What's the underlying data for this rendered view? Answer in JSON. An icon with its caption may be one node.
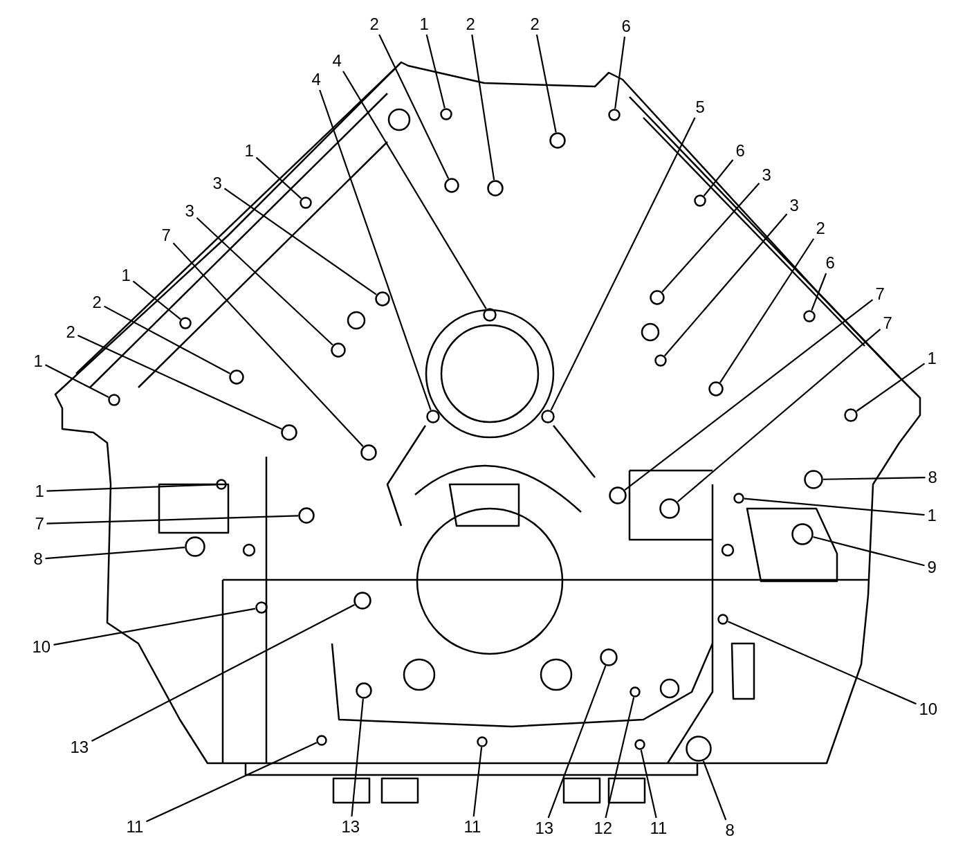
{
  "diagram": {
    "nodes": [
      {
        "text": [
          "2"
        ]
      },
      {
        "text": [],
        "shape": "circle"
      },
      {
        "text": [
          "1"
        ]
      },
      {
        "text": [],
        "shape": "circle"
      },
      {
        "text": [
          "2"
        ]
      },
      {
        "text": [],
        "shape": "circle"
      },
      {
        "text": [
          "2"
        ]
      },
      {
        "text": [],
        "shape": "circle"
      },
      {
        "text": [
          "6"
        ]
      },
      {
        "text": [],
        "shape": "circle"
      },
      {
        "text": [
          "4"
        ]
      },
      {
        "text": [],
        "shape": "circle"
      },
      {
        "text": [
          "4"
        ]
      },
      {
        "text": [],
        "shape": "circle"
      },
      {
        "text": [
          "5"
        ]
      },
      {
        "text": [],
        "shape": "circle"
      },
      {
        "text": [
          "1"
        ]
      },
      {
        "text": [],
        "shape": "circle"
      },
      {
        "text": [
          "6"
        ]
      },
      {
        "text": [],
        "shape": "circle"
      },
      {
        "text": [
          "3"
        ]
      },
      {
        "text": [],
        "shape": "circle"
      },
      {
        "text": [
          "3"
        ]
      },
      {
        "text": [],
        "shape": "circle"
      },
      {
        "text": [
          "3"
        ]
      },
      {
        "text": [],
        "shape": "circle"
      },
      {
        "text": [
          "3"
        ]
      },
      {
        "text": [],
        "shape": "circle"
      },
      {
        "text": [
          "7"
        ]
      },
      {
        "text": [],
        "shape": "circle"
      },
      {
        "text": [
          "2"
        ]
      },
      {
        "text": [],
        "shape": "circle"
      },
      {
        "text": [
          "6"
        ]
      },
      {
        "text": [],
        "shape": "circle"
      },
      {
        "text": [
          "1"
        ]
      },
      {
        "text": [],
        "shape": "circle"
      },
      {
        "text": [
          "2"
        ]
      },
      {
        "text": [],
        "shape": "circle"
      },
      {
        "text": [
          "7"
        ]
      },
      {
        "text": [],
        "shape": "circle"
      },
      {
        "text": [
          "2"
        ]
      },
      {
        "text": [],
        "shape": "circle"
      },
      {
        "text": [
          "7"
        ]
      },
      {
        "text": [],
        "shape": "circle"
      },
      {
        "text": [
          "1"
        ]
      },
      {
        "text": [],
        "shape": "circle"
      },
      {
        "text": [
          "1"
        ]
      },
      {
        "text": [],
        "shape": "circle"
      },
      {
        "text": [
          "1"
        ]
      },
      {
        "text": [],
        "shape": "circle"
      },
      {
        "text": [
          "8"
        ]
      },
      {
        "text": [],
        "shape": "circle"
      },
      {
        "text": [
          "1"
        ]
      },
      {
        "text": [],
        "shape": "circle"
      },
      {
        "text": [
          "7"
        ]
      },
      {
        "text": [],
        "shape": "circle"
      },
      {
        "text": [
          "8"
        ]
      },
      {
        "text": [],
        "shape": "circle"
      },
      {
        "text": [
          "9"
        ]
      },
      {
        "text": [],
        "shape": "circle"
      },
      {
        "text": [
          "10"
        ]
      },
      {
        "text": [],
        "shape": "circle"
      },
      {
        "text": [
          "10"
        ]
      },
      {
        "text": [],
        "shape": "circle"
      },
      {
        "text": [
          "13"
        ]
      },
      {
        "text": [],
        "shape": "circle"
      },
      {
        "text": [
          "11"
        ]
      },
      {
        "text": [],
        "shape": "circle"
      },
      {
        "text": [
          "13"
        ]
      },
      {
        "text": [],
        "shape": "circle"
      },
      {
        "text": [
          "11"
        ]
      },
      {
        "text": [],
        "shape": "circle"
      },
      {
        "text": [
          "13"
        ]
      },
      {
        "text": [],
        "shape": "circle"
      },
      {
        "text": [
          "12"
        ]
      },
      {
        "text": [],
        "shape": "circle"
      },
      {
        "text": [
          "11"
        ]
      },
      {
        "text": [],
        "shape": "circle"
      },
      {
        "text": [
          "8"
        ]
      },
      {
        "text": [],
        "shape": "circle"
      }
    ],
    "edges": [
      {
        "from": 0,
        "to": 1,
        "arrow": "none"
      },
      {
        "from": 2,
        "to": 3,
        "arrow": "none"
      },
      {
        "from": 4,
        "to": 5,
        "arrow": "none"
      },
      {
        "from": 6,
        "to": 7,
        "arrow": "none"
      },
      {
        "from": 8,
        "to": 9,
        "arrow": "none"
      },
      {
        "from": 10,
        "to": 11,
        "arrow": "none"
      },
      {
        "from": 12,
        "to": 13,
        "arrow": "none"
      },
      {
        "from": 14,
        "to": 15,
        "arrow": "none"
      },
      {
        "from": 16,
        "to": 17,
        "arrow": "none"
      },
      {
        "from": 18,
        "to": 19,
        "arrow": "none"
      },
      {
        "from": 20,
        "to": 21,
        "arrow": "none"
      },
      {
        "from": 22,
        "to": 23,
        "arrow": "none"
      },
      {
        "from": 24,
        "to": 25,
        "arrow": "none"
      },
      {
        "from": 26,
        "to": 27,
        "arrow": "none"
      },
      {
        "from": 28,
        "to": 29,
        "arrow": "none"
      },
      {
        "from": 30,
        "to": 31,
        "arrow": "none"
      },
      {
        "from": 32,
        "to": 33,
        "arrow": "none"
      },
      {
        "from": 34,
        "to": 35,
        "arrow": "none"
      },
      {
        "from": 36,
        "to": 37,
        "arrow": "none"
      },
      {
        "from": 38,
        "to": 39,
        "arrow": "none"
      },
      {
        "from": 40,
        "to": 41,
        "arrow": "none"
      },
      {
        "from": 42,
        "to": 43,
        "arrow": "none"
      },
      {
        "from": 44,
        "to": 45,
        "arrow": "none"
      },
      {
        "from": 46,
        "to": 47,
        "arrow": "none"
      },
      {
        "from": 48,
        "to": 49,
        "arrow": "none"
      },
      {
        "from": 50,
        "to": 51,
        "arrow": "none"
      },
      {
        "from": 52,
        "to": 53,
        "arrow": "none"
      },
      {
        "from": 54,
        "to": 55,
        "arrow": "none"
      },
      {
        "from": 56,
        "to": 57,
        "arrow": "none"
      },
      {
        "from": 58,
        "to": 59,
        "arrow": "none"
      },
      {
        "from": 60,
        "to": 61,
        "arrow": "none"
      },
      {
        "from": 62,
        "to": 63,
        "arrow": "none"
      },
      {
        "from": 64,
        "to": 65,
        "arrow": "none"
      },
      {
        "from": 66,
        "to": 67,
        "arrow": "none"
      },
      {
        "from": 68,
        "to": 69,
        "arrow": "none"
      },
      {
        "from": 70,
        "to": 71,
        "arrow": "none"
      },
      {
        "from": 72,
        "to": 73,
        "arrow": "none"
      },
      {
        "from": 74,
        "to": 75,
        "arrow": "none"
      },
      {
        "from": 76,
        "to": 77,
        "arrow": "none"
      },
      {
        "from": 78,
        "to": 79,
        "arrow": "none"
      }
    ]
  }
}
